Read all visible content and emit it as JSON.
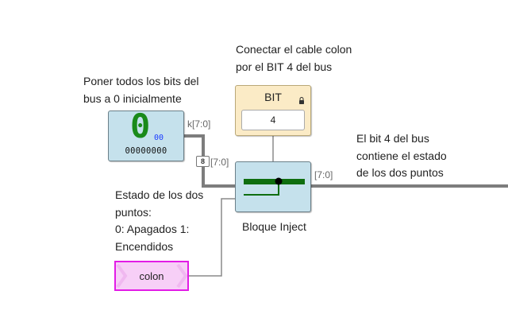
{
  "notes": {
    "init_line1": "Poner todos los bits del",
    "init_line2": "bus a 0 inicialmente",
    "connect_line1": "Conectar el cable colon",
    "connect_line2": "por el BIT 4 del bus",
    "bit4_line1": "El bit 4 del bus",
    "bit4_line2": "contiene el estado",
    "bit4_line3": "de los dos puntos",
    "state_line1": "Estado de los dos",
    "state_line2": "puntos:",
    "state_line3": "0: Apagados 1:",
    "state_line4": "Encendidos"
  },
  "constant_block": {
    "digit": "0",
    "hex": "00",
    "binary": "00000000"
  },
  "bit_block": {
    "title": "BIT",
    "value": "4"
  },
  "inject_block": {
    "label": "Bloque Inject"
  },
  "bus_labels": {
    "input_name": "k[7:0]",
    "input_range": "[7:0]",
    "input_width": "8",
    "output_range": "[7:0]"
  },
  "input_pin": {
    "label": "colon"
  },
  "colors": {
    "bus": "#7d7d7d",
    "wire": "#8a8a8a",
    "inject_green": "#0f6e0f",
    "pin_border": "#e21be6"
  }
}
